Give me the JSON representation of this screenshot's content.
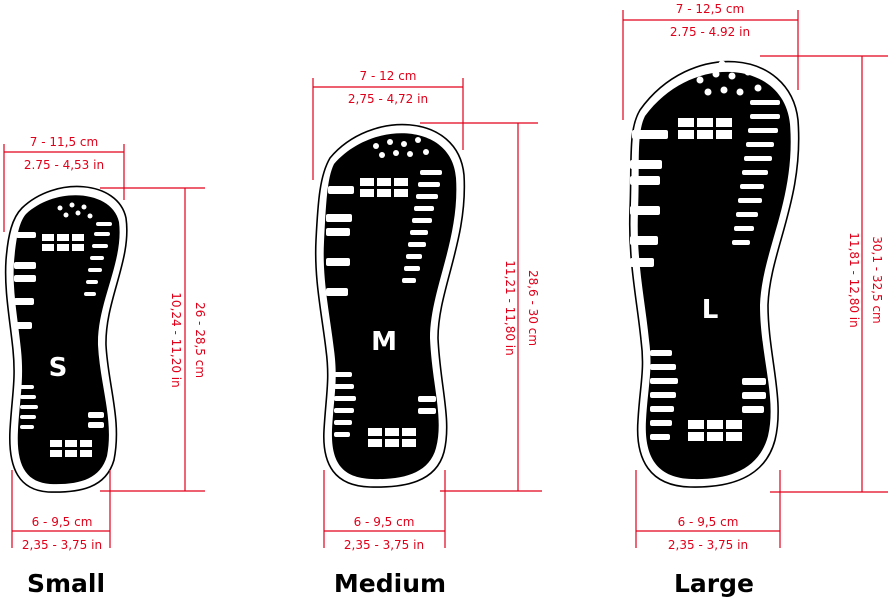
{
  "accent_color": "#e1001a",
  "sizes": [
    {
      "letter": "S",
      "name": "Small",
      "toe_width_cm": "7 - 11,5 cm",
      "toe_width_in": "2.75 - 4,53 in",
      "length_cm": "26 - 28,5 cm",
      "length_in": "10,24 - 11,20 in",
      "heel_width_cm": "6 - 9,5 cm",
      "heel_width_in": "2,35 - 3,75 in"
    },
    {
      "letter": "M",
      "name": "Medium",
      "toe_width_cm": "7 - 12 cm",
      "toe_width_in": "2,75 - 4,72 in",
      "length_cm": "28,6 - 30 cm",
      "length_in": "11,21 - 11,80 in",
      "heel_width_cm": "6 - 9,5 cm",
      "heel_width_in": "2,35 - 3,75 in"
    },
    {
      "letter": "L",
      "name": "Large",
      "toe_width_cm": "7 - 12,5 cm",
      "toe_width_in": "2.75 - 4.92 in",
      "length_cm": "30,1 - 32,5 cm",
      "length_in": "11,81 - 12,80 in",
      "heel_width_cm": "6 - 9,5 cm",
      "heel_width_in": "2,35 - 3,75 in"
    }
  ]
}
